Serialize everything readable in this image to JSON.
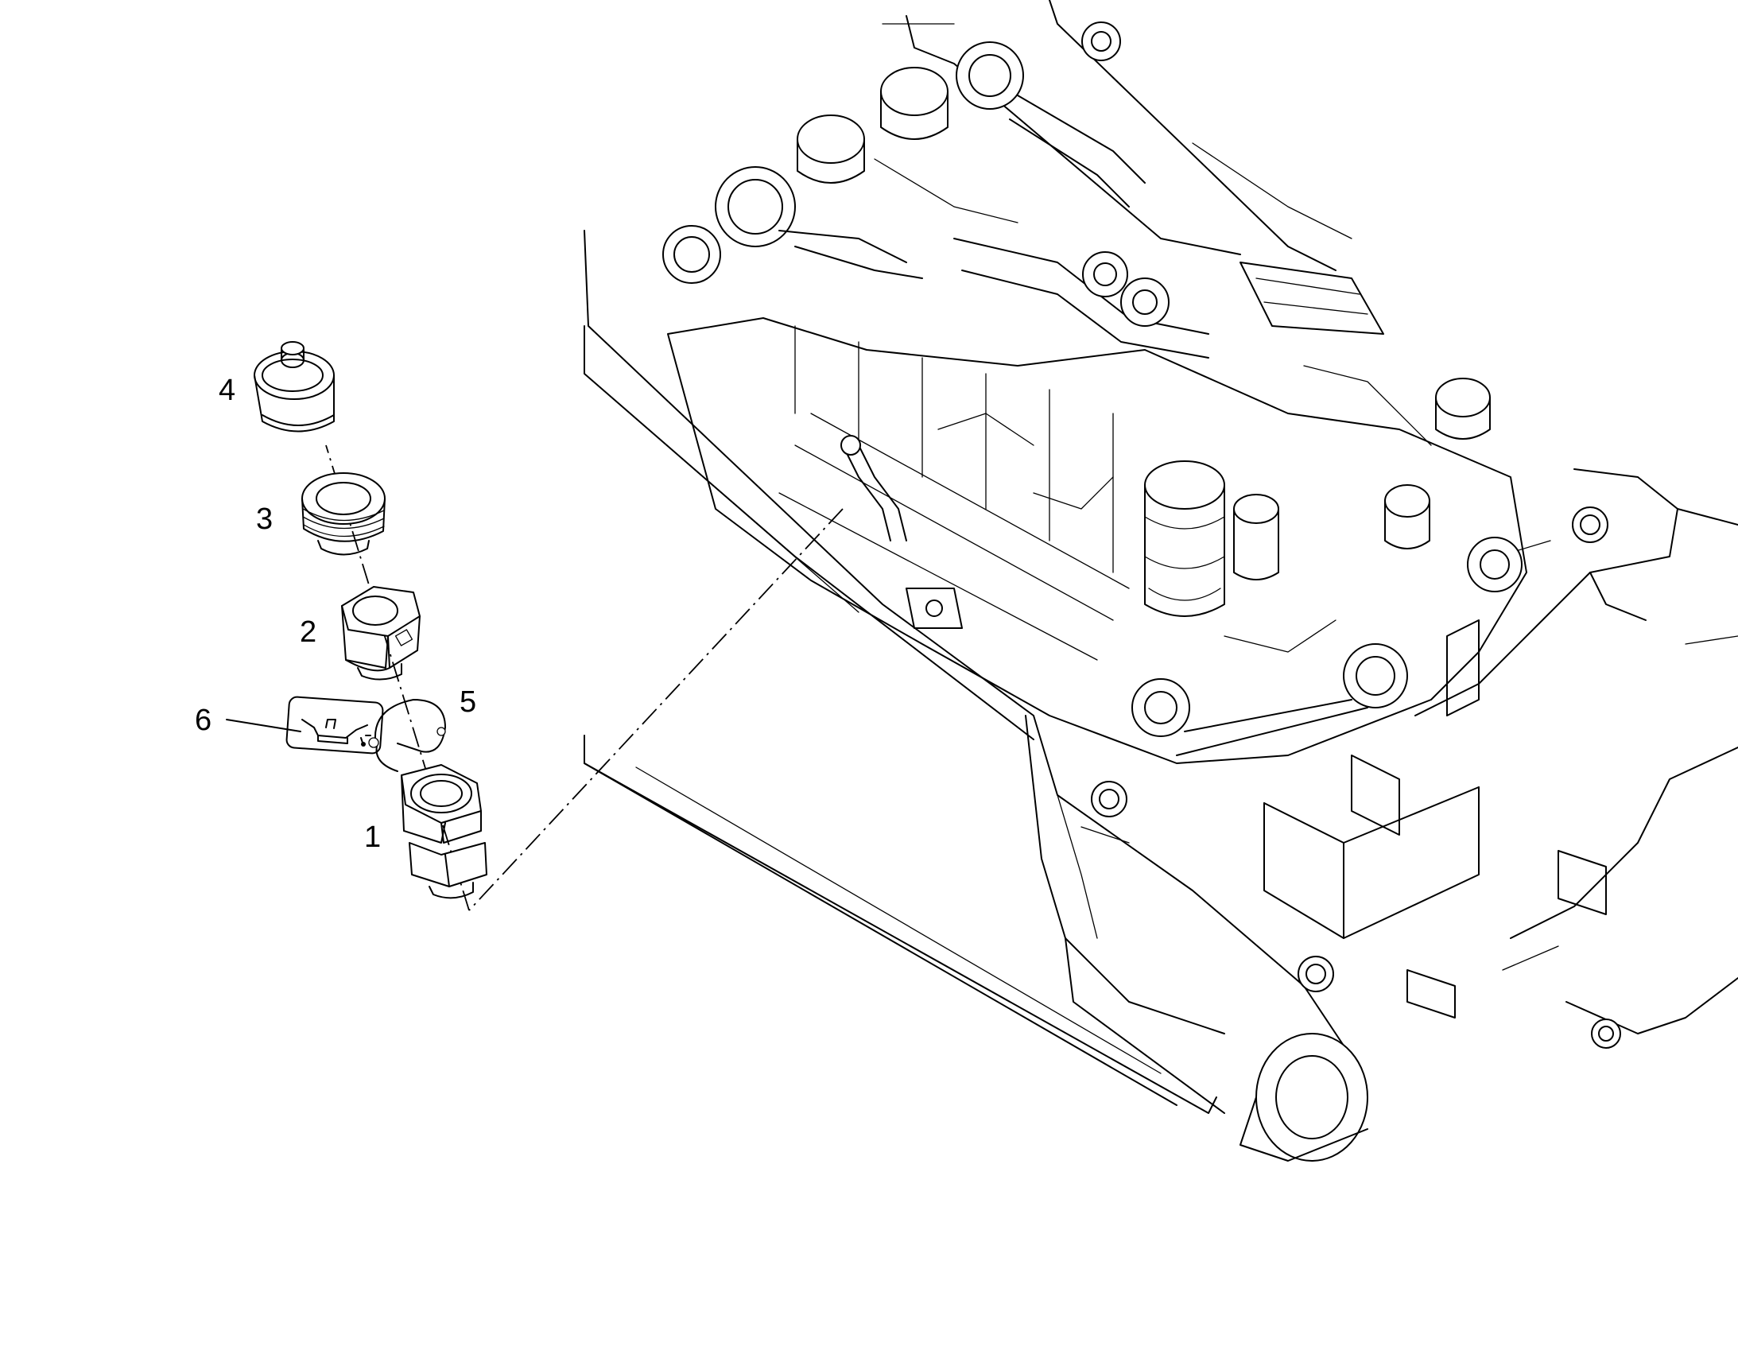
{
  "diagram": {
    "callouts": [
      {
        "id": "1",
        "label": "1",
        "part": "filler-neck-nut"
      },
      {
        "id": "2",
        "label": "2",
        "part": "adapter-sleeve"
      },
      {
        "id": "3",
        "label": "3",
        "part": "threaded-ring"
      },
      {
        "id": "4",
        "label": "4",
        "part": "filler-cap"
      },
      {
        "id": "5",
        "label": "5",
        "part": "retaining-strap"
      },
      {
        "id": "6",
        "label": "6",
        "part": "oil-symbol-tag"
      }
    ],
    "icons": {
      "oil_tag": "oil-can-icon",
      "engine": "engine-assembly-illustration",
      "frame": "chassis-frame-illustration"
    }
  }
}
